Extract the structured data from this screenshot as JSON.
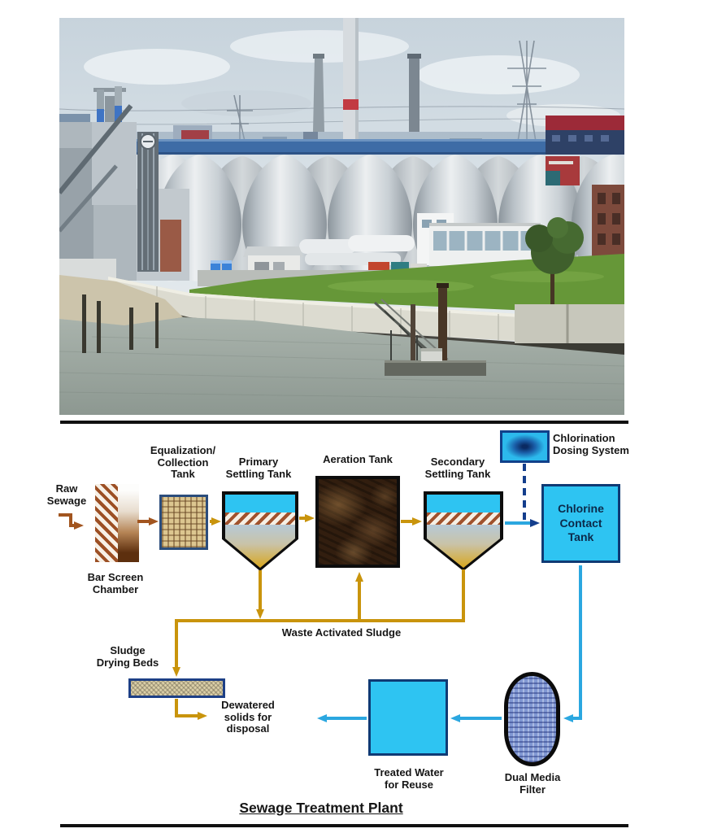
{
  "page": {
    "title": "Sewage Treatment Plant"
  },
  "colors": {
    "flow_gold": "#C9940C",
    "flow_brown": "#A2551F",
    "flow_cyan": "#2BA7E0",
    "navy": "#143E8C",
    "tank_cyan": "#2EC4F2",
    "ink": "#161616"
  },
  "diagram": {
    "labels": {
      "raw_sewage": "Raw\nSewage",
      "bar_screen": "Bar Screen\nChamber",
      "equalization": "Equalization/\nCollection\nTank",
      "primary": "Primary\nSettling Tank",
      "aeration": "Aeration Tank",
      "secondary": "Secondary\nSettling Tank",
      "chlorination_dosing": "Chlorination\nDosing System",
      "chlorine_contact": "Chlorine\nContact\nTank",
      "waste_activated_sludge": "Waste Activated Sludge",
      "sludge_drying_beds": "Sludge\nDrying Beds",
      "dewatered": "Dewatered\nsolids for\ndisposal",
      "treated_water": "Treated Water\nfor Reuse",
      "dual_media_filter": "Dual Media\nFilter"
    }
  }
}
